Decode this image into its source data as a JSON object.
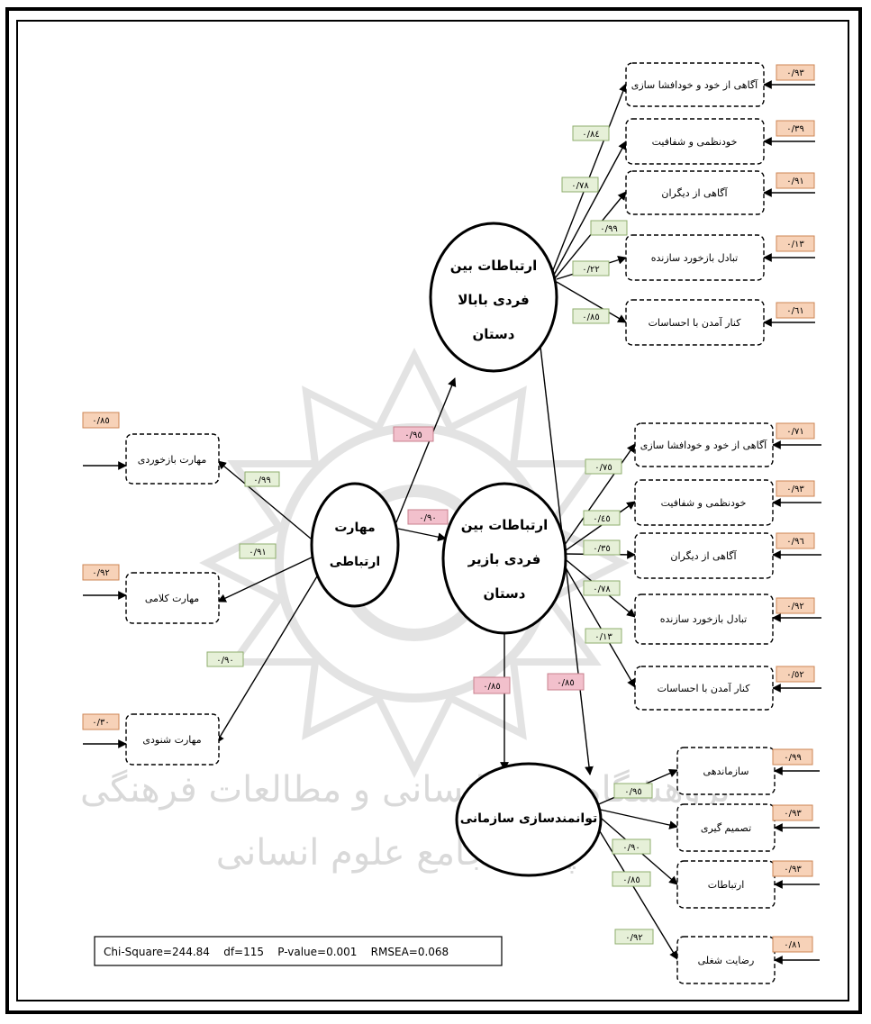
{
  "latents": {
    "communication_skills": [
      "مهارت",
      "ارتباطی"
    ],
    "upward_communication": [
      "ارتباطات بین",
      "فردی بابالا",
      "دستان"
    ],
    "downward_communication": [
      "ارتباطات بین",
      "فردی بازیر",
      "دستان"
    ],
    "empowerment": [
      "توانمندسازی سازمانی"
    ]
  },
  "indicators": {
    "skills": [
      "مهارت بازخوردی",
      "مهارت کلامی",
      "مهارت شنودی"
    ],
    "upward": [
      "آگاهی از خود و خودافشا سازی",
      "خودنظمی و شفافیت",
      "آگاهی از دیگران",
      "تبادل بازخورد سازنده",
      "کنار آمدن با احساسات"
    ],
    "downward": [
      "آگاهی از خود و خودافشا سازی",
      "خودنظمی و شفافیت",
      "آگاهی از دیگران",
      "تبادل بازخورد سازنده",
      "کنار آمدن با احساسات"
    ],
    "empowerment": [
      "سازماندهی",
      "تصمیم گیری",
      "ارتباطات",
      "رضایت شغلی"
    ]
  },
  "coefficients": {
    "skills_loadings": [
      "٠/٩٩",
      "٠/٩١",
      "٠/٩٠"
    ],
    "skills_errors": [
      "٠/٨٥",
      "٠/٩٢",
      "٠/٣٠"
    ],
    "path_to_upward": "٠/٩٥",
    "path_to_downward": "٠/٩٠",
    "path_downward_to_empowerment": "٠/٨٥",
    "path_upward_to_empowerment": "٠/٨٥",
    "upward_loadings": [
      "٠/٨٤",
      "٠/٧٨",
      "٠/٩٩",
      "٠/٢٢",
      "٠/٨٥"
    ],
    "upward_errors": [
      "٠/٩٣",
      "٠/٣٩",
      "٠/٩١",
      "٠/١٣",
      "٠/٦١"
    ],
    "downward_loadings": [
      "٠/٧٥",
      "٠/٤٥",
      "٠/٣٥",
      "٠/٧٨",
      "٠/١٣"
    ],
    "downward_errors": [
      "٠/٧١",
      "٠/٩٣",
      "٠/٩٦",
      "٠/٩٢",
      "٠/٥٢"
    ],
    "empowerment_loadings": [
      "٠/٩٥",
      "٠/٩٠",
      "٠/٨٥",
      "٠/٩٢"
    ],
    "empowerment_errors": [
      "٠/٩٩",
      "٠/٩٣",
      "٠/٩٣",
      "٠/٨١"
    ]
  },
  "fit_stats": "Chi-Square=244.84    df=115    P-value=0.001    RMSEA=0.068",
  "watermark": [
    "پژوهشگاه علوم انسانی و مطالعات فرهنگی",
    "پرتال جامع علوم انسانی"
  ],
  "colors": {
    "loading_fill": "#e6f0d8",
    "loading_stroke": "#8fae6e",
    "error_fill": "#f7d2b8",
    "error_stroke": "#cc8655",
    "path_fill": "#f2c0cc",
    "path_stroke": "#c8808e",
    "watermark": "#dadada"
  }
}
